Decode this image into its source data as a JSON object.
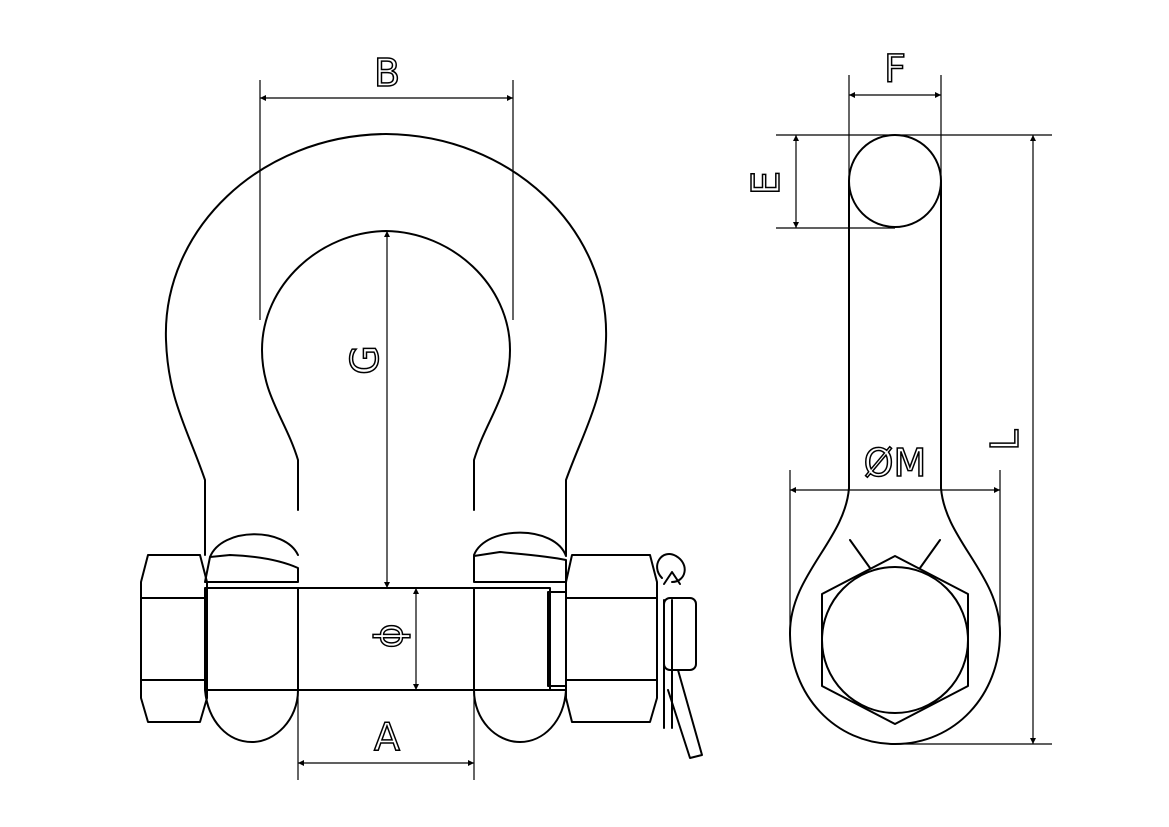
{
  "diagram": {
    "type": "technical drawing",
    "colors": {
      "line": "#000000",
      "background": "#ffffff"
    },
    "front_view": {
      "labels": {
        "B": "B",
        "G": "G",
        "phi": "ϕ",
        "A": "A"
      }
    },
    "side_view": {
      "labels": {
        "F": "F",
        "E": "E",
        "L": "L",
        "M": "ØM"
      }
    }
  }
}
